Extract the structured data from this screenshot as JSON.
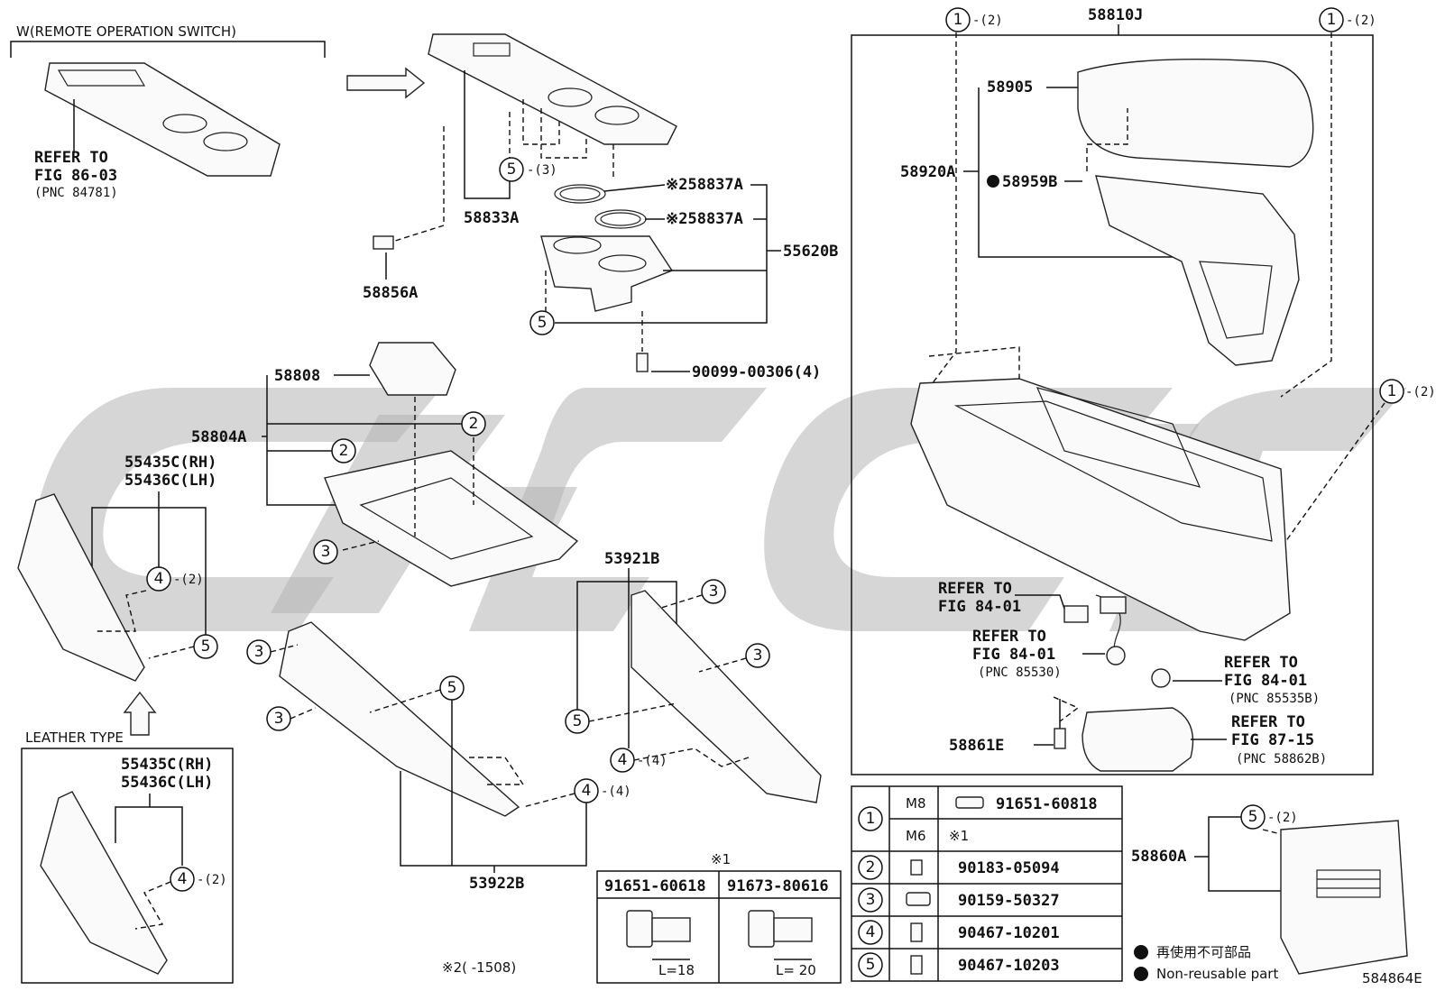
{
  "header": {
    "remote_switch_title": "W(REMOTE OPERATION SWITCH)",
    "refer_fig_86": [
      "REFER TO",
      "FIG 86-03",
      "(PNC 84781)"
    ]
  },
  "labels": {
    "p58810J": "58810J",
    "p58905": "58905",
    "p58920A": "58920A",
    "p58959B": "58959B",
    "p58833A": "58833A",
    "p58837A_1": "※258837A",
    "p58837A_2": "※258837A",
    "p55620B": "55620B",
    "p58856A": "58856A",
    "p90099": "90099-00306(4)",
    "p58808": "58808",
    "p58804A": "58804A",
    "p55435C": "55435C(RH)",
    "p55436C": "55436C(LH)",
    "p53921B": "53921B",
    "p53922B": "53922B",
    "p58861E": "58861E",
    "p58860A": "58860A",
    "leather_type": "LEATHER TYPE",
    "leather_55435C": "55435C(RH)",
    "leather_55436C": "55436C(LH)",
    "refer_84_a": [
      "REFER TO",
      "FIG 84-01"
    ],
    "refer_84_b": [
      "REFER TO",
      "FIG 84-01",
      "(PNC 85530)"
    ],
    "refer_84_c": [
      "REFER TO",
      "FIG 84-01",
      "(PNC 85535B)"
    ],
    "refer_87": [
      "REFER TO",
      "FIG 87-15",
      "(PNC 58862B)"
    ],
    "note2": "※2(      -1508)",
    "diagram_id": "584864E"
  },
  "qty": {
    "q2": "-(2)",
    "q3": "-(3)",
    "q4": "-(4)"
  },
  "callouts": {
    "c1": "1",
    "c2": "2",
    "c3": "3",
    "c4": "4",
    "c5": "5"
  },
  "fastener_table": {
    "rows": [
      {
        "ref": "1",
        "size": "M8",
        "part": "91651-60818"
      },
      {
        "ref": "1",
        "size": "M6",
        "part": "※1"
      },
      {
        "ref": "2",
        "size": "",
        "part": "90183-05094"
      },
      {
        "ref": "3",
        "size": "",
        "part": "90159-50327"
      },
      {
        "ref": "4",
        "size": "",
        "part": "90467-10201"
      },
      {
        "ref": "5",
        "size": "",
        "part": "90467-10203"
      }
    ]
  },
  "bolt_table": {
    "title": "※1",
    "cols": [
      {
        "part": "91651-60618",
        "length": "L=18"
      },
      {
        "part": "91673-80616",
        "length": "L= 20"
      }
    ]
  },
  "legend": {
    "jp": "再使用不可部品",
    "en": "Non-reusable part"
  }
}
